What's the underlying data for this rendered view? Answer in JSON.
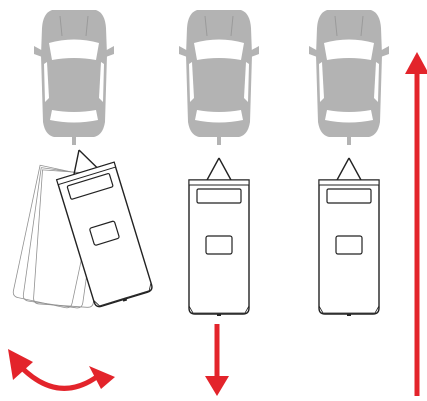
{
  "diagram": {
    "panels": [
      {
        "id": "left",
        "trailer_motion": "sway",
        "trailer_arrow": "curved-double-arrow-icon"
      },
      {
        "id": "center",
        "trailer_motion": "straight-back",
        "trailer_arrow": "down-arrow-icon"
      },
      {
        "id": "right",
        "trailer_motion": "straight-forward",
        "trailer_arrow": "up-arrow-icon"
      }
    ],
    "colors": {
      "car": "#b3b3b3",
      "car_detail": "#ffffff",
      "trailer_stroke": "#222222",
      "trailer_fill": "#ffffff",
      "arrow": "#e3242b"
    }
  }
}
